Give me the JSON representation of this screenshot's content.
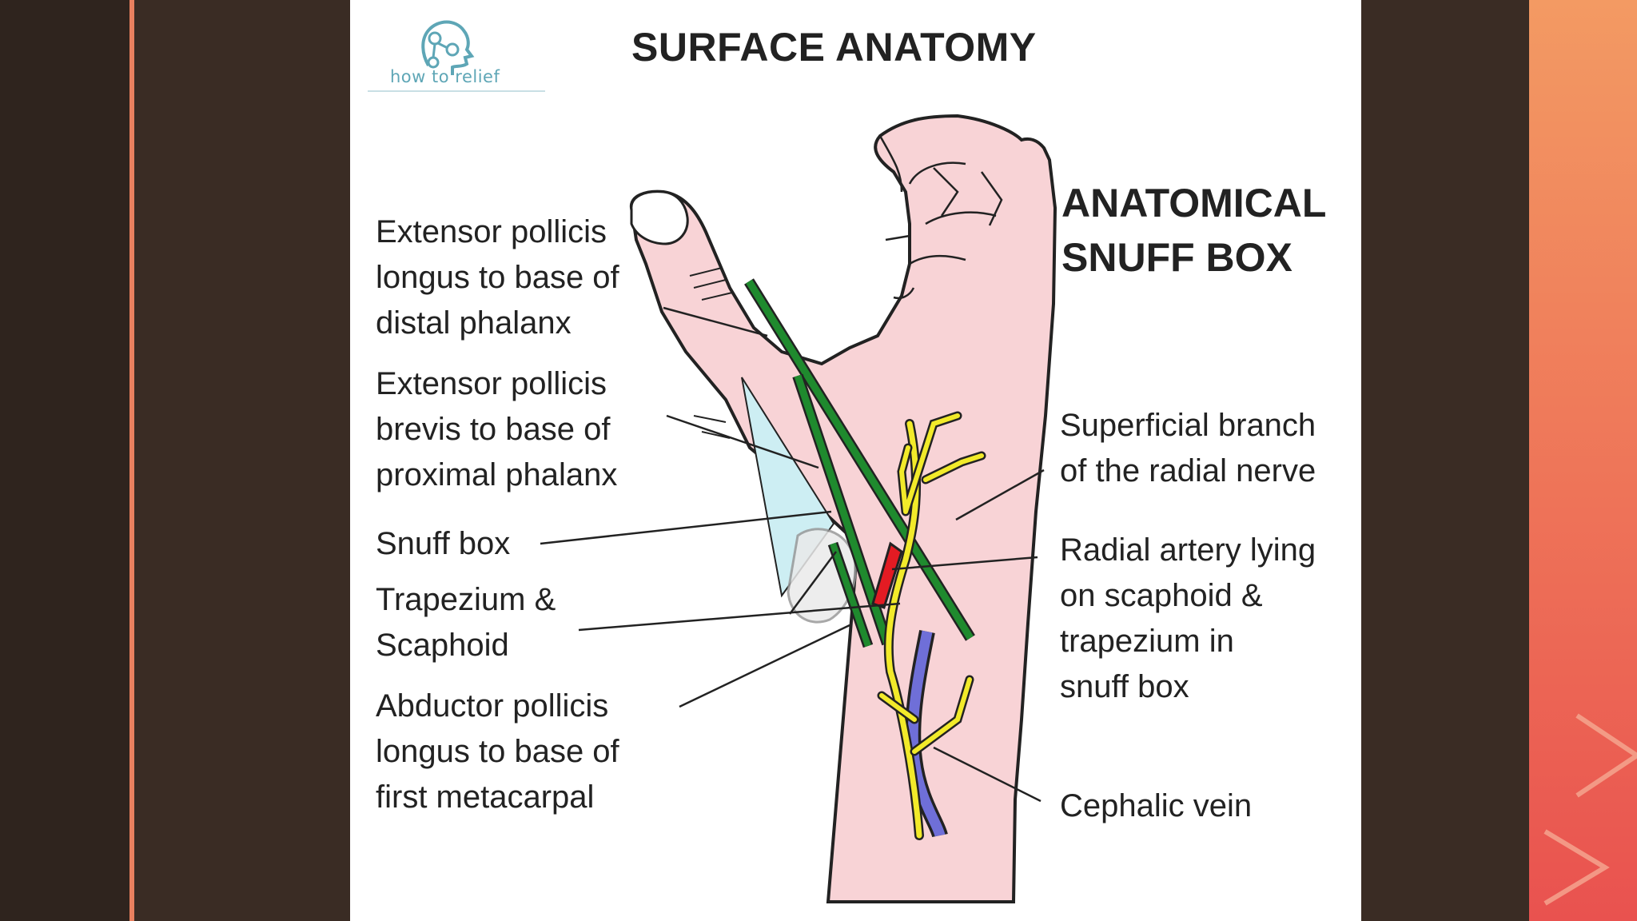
{
  "diagram": {
    "title": "SURFACE ANATOMY",
    "heading": "ANATOMICAL\nSNUFF BOX",
    "logo_text": "how to relief",
    "left_labels": [
      "Extensor pollicis\nlongus to base of\ndistal phalanx",
      "Extensor pollicis\nbrevis to base of\nproximal phalanx",
      "Snuff box",
      "Trapezium &\nScaphoid",
      "Abductor pollicis\nlongus to base of\nfirst metacarpal"
    ],
    "right_labels": [
      "Superficial branch\nof the radial nerve",
      "Radial artery lying\non scaphoid &\ntrapezium in\nsnuff box",
      "Cephalic vein"
    ]
  },
  "colors": {
    "skin": "#f8d3d6",
    "tendon": "#1f8a2e",
    "snuff_box": "#cdeef3",
    "nerve": "#f2ea2a",
    "artery": "#e31b23",
    "vein": "#6f6fd8",
    "accent": "#e8805f"
  }
}
